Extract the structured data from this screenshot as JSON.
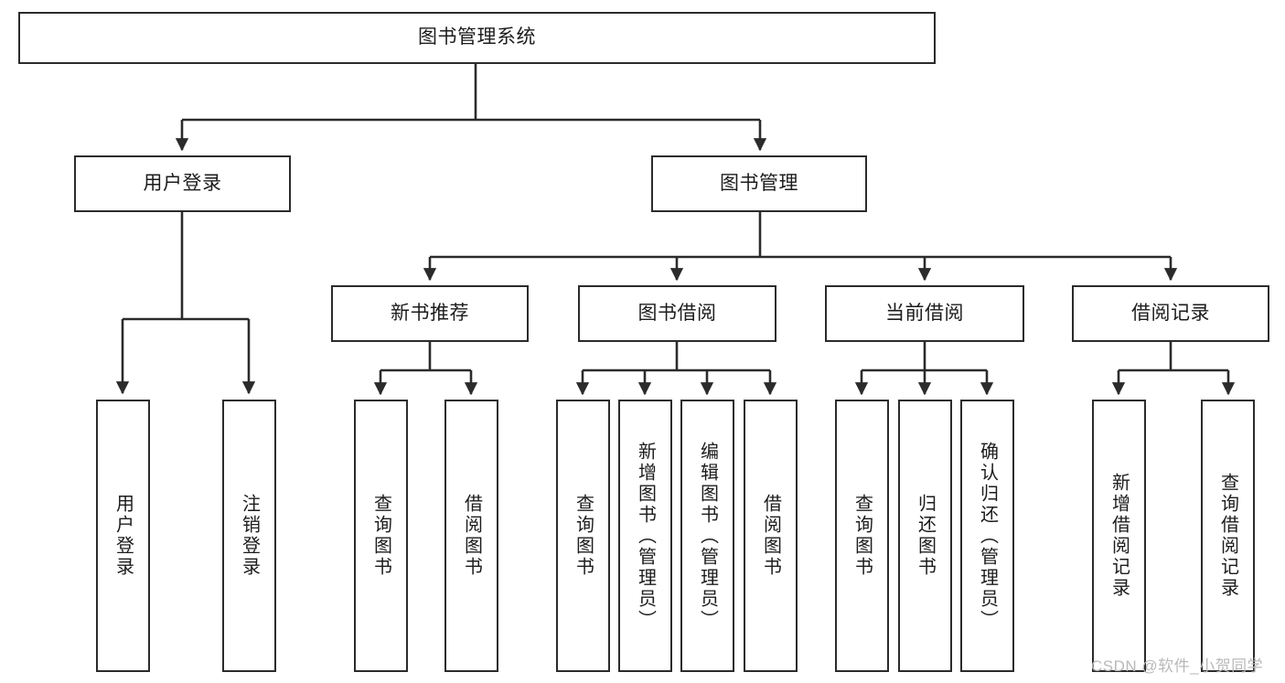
{
  "diagram": {
    "title": "图书管理系统",
    "type": "tree",
    "orientation": "top-down",
    "colors": {
      "box_border": "#2b2b2b",
      "box_fill": "#ffffff",
      "edge": "#2b2b2b",
      "text": "#1c1c1c",
      "watermark": "#b9b9b9",
      "background": "#ffffff"
    }
  },
  "watermark": {
    "text": "CSDN @软件_小贺同学"
  },
  "nodes": {
    "root": {
      "label": "图书管理系统",
      "level": 1
    },
    "l2": [
      {
        "id": "user-login",
        "label": "用户登录",
        "level": 2
      },
      {
        "id": "book-manage",
        "label": "图书管理",
        "level": 2
      }
    ],
    "l3": [
      {
        "id": "new-book-recommend",
        "label": "新书推荐",
        "level": 3
      },
      {
        "id": "book-borrow",
        "label": "图书借阅",
        "level": 3
      },
      {
        "id": "current-borrow",
        "label": "当前借阅",
        "level": 3
      },
      {
        "id": "borrow-record",
        "label": "借阅记录",
        "level": 3
      }
    ],
    "leaves": [
      {
        "id": "leaf-user-login",
        "label": "用户登录",
        "parent": "user-login"
      },
      {
        "id": "leaf-user-logout",
        "label": "注销登录",
        "parent": "user-login"
      },
      {
        "id": "leaf-query-book-1",
        "label": "查询图书",
        "parent": "new-book-recommend"
      },
      {
        "id": "leaf-borrow-book-1",
        "label": "借阅图书",
        "parent": "new-book-recommend"
      },
      {
        "id": "leaf-query-book-2",
        "label": "查询图书",
        "parent": "book-borrow"
      },
      {
        "id": "leaf-add-book",
        "label": "新增图书（管理员）",
        "parent": "book-borrow"
      },
      {
        "id": "leaf-edit-book",
        "label": "编辑图书（管理员）",
        "parent": "book-borrow"
      },
      {
        "id": "leaf-borrow-book-2",
        "label": "借阅图书",
        "parent": "book-borrow"
      },
      {
        "id": "leaf-query-book-3",
        "label": "查询图书",
        "parent": "current-borrow"
      },
      {
        "id": "leaf-return-book",
        "label": "归还图书",
        "parent": "current-borrow"
      },
      {
        "id": "leaf-confirm-return",
        "label": "确认归还（管理员）",
        "parent": "current-borrow"
      },
      {
        "id": "leaf-add-record",
        "label": "新增借阅记录",
        "parent": "borrow-record"
      },
      {
        "id": "leaf-query-record",
        "label": "查询借阅记录",
        "parent": "borrow-record"
      }
    ]
  }
}
